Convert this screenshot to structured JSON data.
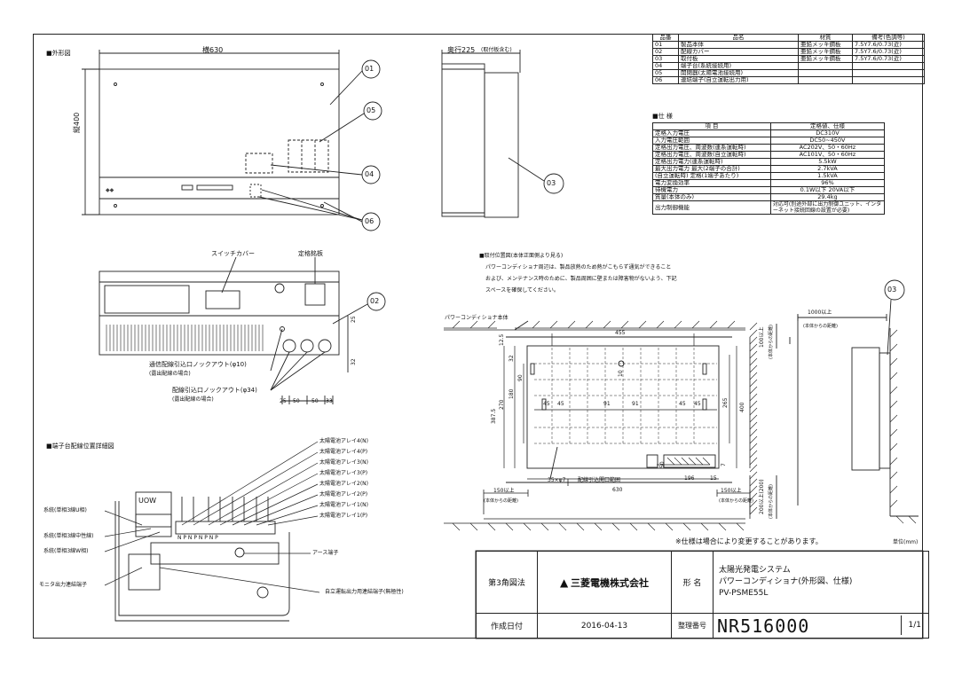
{
  "labels": {
    "outline_title": "■外形図",
    "width": "横630",
    "height": "縦400",
    "depth": "奥行225",
    "depth_note": "(取付板含む)",
    "switch_cover": "スイッチカバー",
    "rating_plate": "定格銘板",
    "comm_knockout": "通信配線引込口ノックアウト(φ10)",
    "comm_knockout_sub": "(露出配線の場合)",
    "wire_knockout": "配線引込口ノックアウト(φ34)",
    "wire_knockout_sub": "(露出配線の場合)",
    "terminal_title": "■端子台配線位置詳細図",
    "mount_title": "■取付位置図(本体正面側より見る)",
    "mount_note1": "パワーコンディショナ周辺は、製品放熱のため熱がこもらず通気ができること",
    "mount_note2": "および、メンテナンス時のために、製品周囲に壁または障害物がないよう、下記",
    "mount_note3": "スペースを確保してください。",
    "pcs_body": "パワーコンディショナ本体",
    "hole_note": "35×φ7",
    "wire_range": "配線引込開口範囲",
    "uow": "UOW",
    "npn": "N P N P N P N P",
    "earth": "アース端子",
    "monitor": "モニタ出力連結端子",
    "self_run": "自立運転出力用連結端子(無極性)",
    "spec_change": "※仕様は場合により変更することがあります。",
    "unit": "単位(mm)"
  },
  "balloons": [
    "01",
    "05",
    "04",
    "06",
    "02",
    "03",
    "03"
  ],
  "dims": {
    "front_v": [
      "25",
      "32"
    ],
    "bottom_h": [
      "25",
      "50",
      "50",
      "33"
    ],
    "mount_top": "455",
    "mount_v": [
      "12.5",
      "32",
      "90",
      "180",
      "270",
      "387.5"
    ],
    "mount_h": [
      "45",
      "45",
      "91",
      "91",
      "45",
      "45"
    ],
    "mount_r": [
      "265",
      "400"
    ],
    "mount_b": [
      "196",
      "15",
      "50",
      "7"
    ],
    "mount_side": [
      "630",
      "150以上",
      "150以上",
      "1000以上",
      "100以上",
      "200以上(200)"
    ],
    "mount_side_sub": "(本体からの距離)",
    "mount_small": "10"
  },
  "terminals": {
    "system": [
      "系統(単相3線U相)",
      "系統(単相3線中性線)",
      "系統(単相3線W相)"
    ],
    "arrays": [
      "太陽電池アレイ4(N)",
      "太陽電池アレイ4(P)",
      "太陽電池アレイ3(N)",
      "太陽電池アレイ3(P)",
      "太陽電池アレイ2(N)",
      "太陽電池アレイ2(P)",
      "太陽電池アレイ1(N)",
      "太陽電池アレイ1(P)"
    ]
  },
  "parts": {
    "header": [
      "品番",
      "品名",
      "材質",
      "備考(色調等)"
    ],
    "rows": [
      [
        "01",
        "製品本体",
        "亜鉛メッキ鋼板",
        "7.5Y7.6/0.73(近)"
      ],
      [
        "02",
        "配線カバー",
        "亜鉛メッキ鋼板",
        "7.5Y7.6/0.73(近)"
      ],
      [
        "03",
        "取付板",
        "亜鉛メッキ鋼板",
        "7.5Y7.6/0.73(近)"
      ],
      [
        "04",
        "端子台(系統接続用)",
        "",
        ""
      ],
      [
        "05",
        "開閉器(太陽電池接続用)",
        "",
        ""
      ],
      [
        "06",
        "連結端子(自立運転出力用)",
        "",
        ""
      ]
    ]
  },
  "spec": {
    "title": "■仕 様",
    "header": [
      "項 目",
      "定格値、仕様"
    ],
    "rows": [
      [
        "定格入力電圧",
        "DC310V"
      ],
      [
        "入力電圧範囲",
        "DC50~450V"
      ],
      [
        "定格出力電圧、周波数(連系運転時)",
        "AC202V、50・60Hz"
      ],
      [
        "定格出力電圧、周波数(自立運転時)",
        "AC101V、50・60Hz"
      ],
      [
        "定格出力電力(連系運転時)",
        "5.5kW"
      ],
      [
        "最大出力電力 最大(2端子の合計)",
        "2.7kVA"
      ],
      [
        "(自立運転時) 定格(1端子あたり)",
        "1.5kVA"
      ],
      [
        "電力変換効率",
        "96%"
      ],
      [
        "待機電力",
        "0.1W以下 20VA以下"
      ],
      [
        "質量(本体のみ)",
        "29.4kg"
      ],
      [
        "出力制御機能",
        "対応可(別途外部に出力制御ユニット、インターネット接続回線の設置が必要)"
      ]
    ]
  },
  "title_block": {
    "projection": "第3角図法",
    "company": "三菱電機株式会社",
    "name_label": "形 名",
    "name1": "太陽光発電システム",
    "name2": "パワーコンディショナ(外形図、仕様)",
    "name3": "PV-PSME55L",
    "date_label": "作成日付",
    "date": "2016-04-13",
    "number_label": "整理番号",
    "number": "NR516000",
    "sheet": "1/1"
  }
}
